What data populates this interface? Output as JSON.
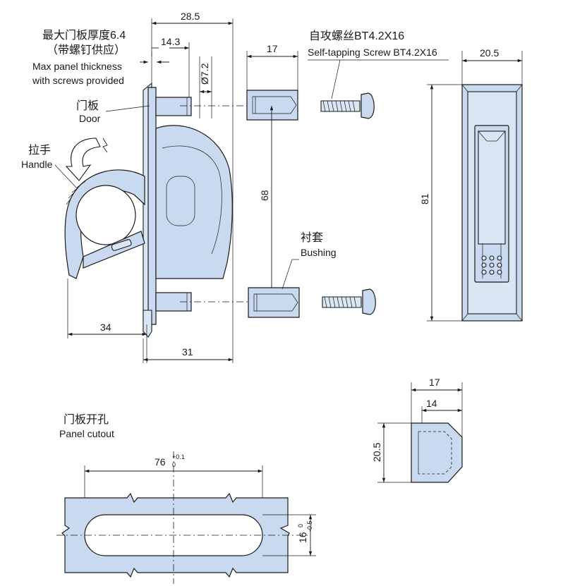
{
  "dimensions": {
    "total_depth": "28.5",
    "bushing_offset": "14.3",
    "hole_diameter": "Ø7.2",
    "bushing_length": "17",
    "front_width": "20.5",
    "hole_spacing": "68",
    "front_height": "81",
    "handle_reach": "34",
    "base_depth": "31",
    "bushing_top_length": "17",
    "bushing_inner_length": "14",
    "bushing_height": "20.5",
    "cutout_length": "76",
    "cutout_length_tol_upper": "+0.1",
    "cutout_length_tol_lower": "0",
    "cutout_width": "16",
    "cutout_width_tol_upper": "0",
    "cutout_width_tol_lower": "-0.5"
  },
  "labels": {
    "max_panel_cn_1": "最大门板厚度6.4",
    "max_panel_cn_2": "（带螺钉供应）",
    "max_panel_en_1": "Max panel thickness",
    "max_panel_en_2": "with screws provided",
    "door_cn": "门板",
    "door_en": "Door",
    "handle_cn": "拉手",
    "handle_en": "Handle",
    "screw_cn": "自攻螺丝BT4.2X16",
    "screw_en": "Self-tapping Screw BT4.2X16",
    "bushing_cn": "衬套",
    "bushing_en": "Bushing",
    "cutout_cn": "门板开孔",
    "cutout_en": "Panel cutout"
  },
  "colors": {
    "part_fill": "#c9d9ef",
    "part_light": "#dbe6f5",
    "line": "#1a1a1a",
    "background": "#ffffff"
  }
}
